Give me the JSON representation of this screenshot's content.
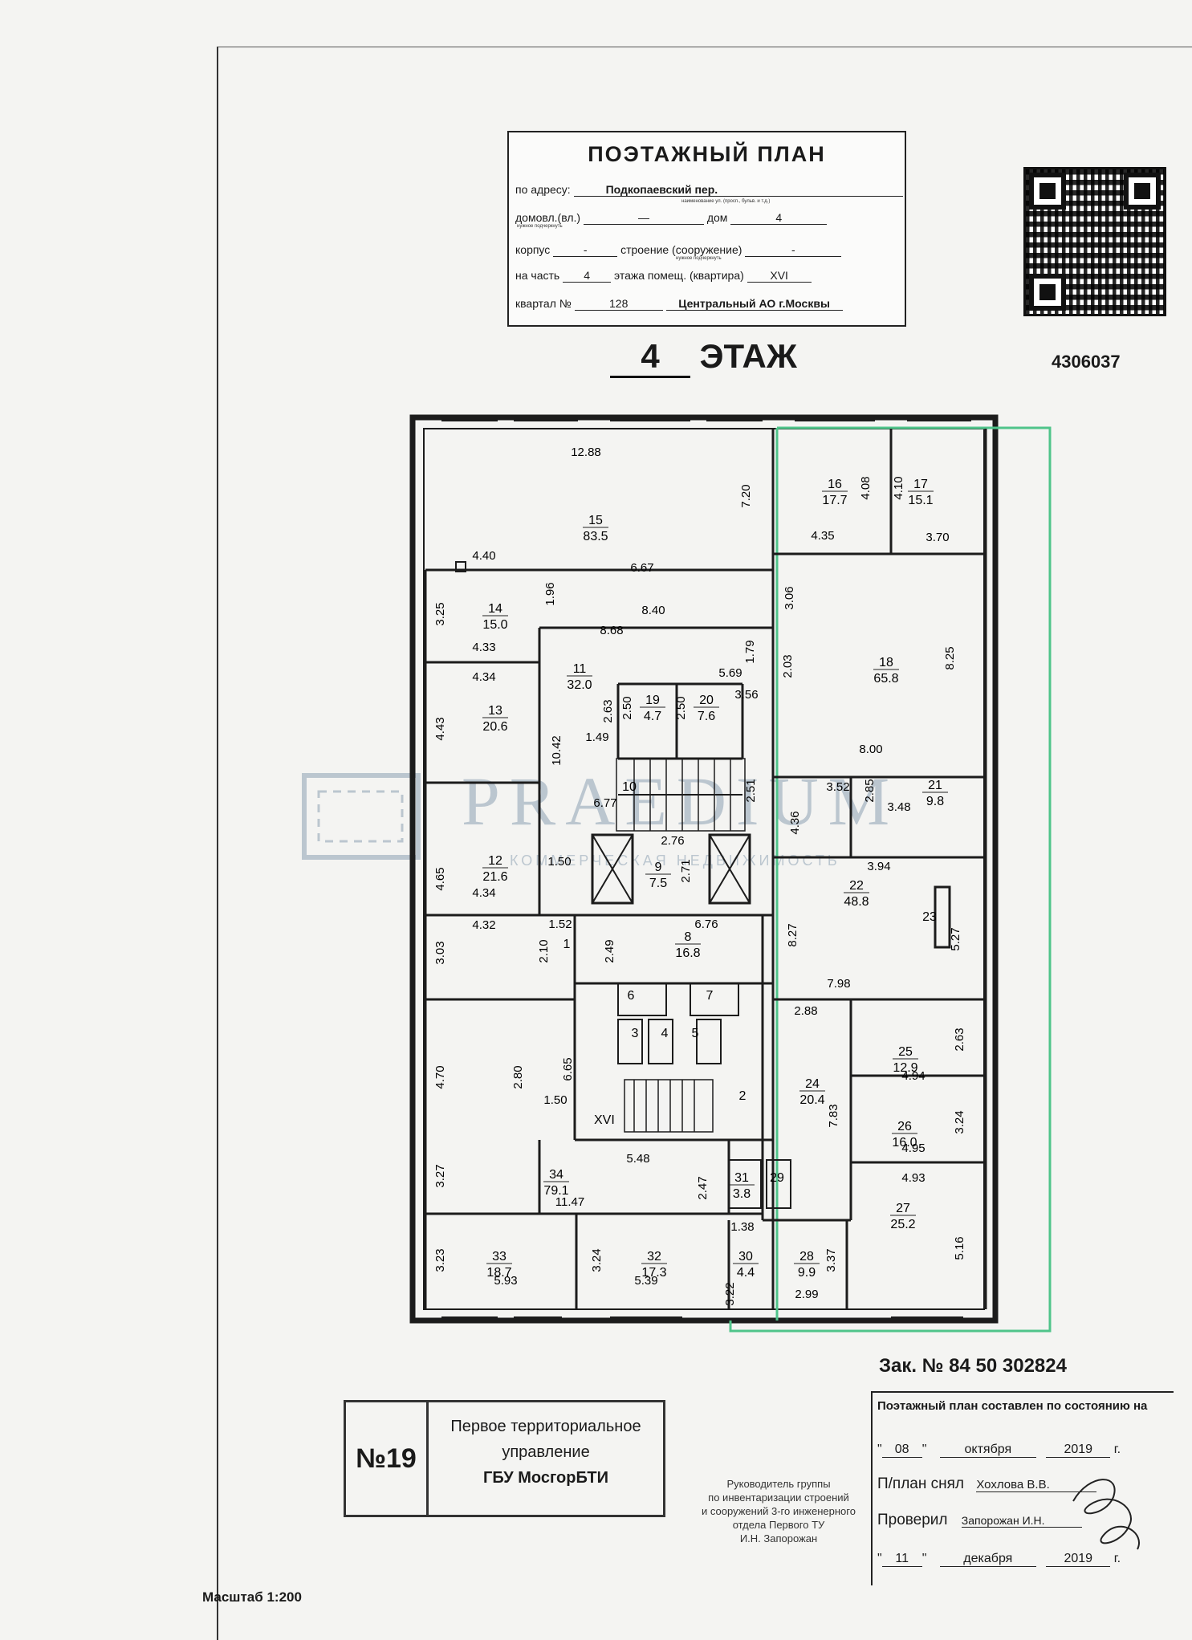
{
  "header": {
    "title": "ПОЭТАЖНЫЙ ПЛАН",
    "address_label": "по адресу:",
    "address_value": "Подкопаевский пер.",
    "address_hint": "наименование ул. (просп., бульв. и т.д.)",
    "domovl_label": "домовл.(вл.)",
    "domovl_value": "—",
    "hint_underline": "нужное подчеркнуть",
    "dom_label": "дом",
    "dom_value": "4",
    "korpus_label": "корпус",
    "korpus_value": "-",
    "stroenie_label": "строение (сооружение)",
    "stroenie_value": "-",
    "chast_label": "на часть",
    "chast_value": "4",
    "etazh_label": "этажа помещ. (квартира)",
    "etazh_value": "XVI",
    "kvartal_label": "квартал №",
    "kvartal_value": "128",
    "district": "Центральный АО г.Москвы"
  },
  "floor": {
    "number": "4",
    "label": "ЭТАЖ"
  },
  "doc_code": "4306037",
  "order": "Зак. № 84 50 302824",
  "stamp": {
    "num": "№19",
    "line1": "Первое территориальное",
    "line2": "управление",
    "line3": "ГБУ МосгорБТИ"
  },
  "signature_block": {
    "l1": "Руководитель группы",
    "l2": "по инвентаризации строений",
    "l3": "и сооружений 3-го инженерного",
    "l4": "отдела Первого ТУ",
    "l5": "И.Н. Запорожан"
  },
  "status": {
    "heading": "Поэтажный план составлен по состоянию на",
    "day1": "08",
    "month1": "октября",
    "year1": "2019",
    "g": "г.",
    "snyal_label": "П/план снял",
    "snyal_name": "Хохлова В.В.",
    "proveril_label": "Проверил",
    "proveril_name": "Запорожан И.Н.",
    "day2": "11",
    "month2": "декабря",
    "year2": "2019"
  },
  "scale": "Масштаб 1:200",
  "watermark": {
    "word": "PRAEDIUM",
    "sub": "КОММЕРЧЕСКАЯ НЕДВИЖИМОСТЬ"
  },
  "rooms": [
    {
      "n": "15",
      "a": "83.5"
    },
    {
      "n": "16",
      "a": "17.7"
    },
    {
      "n": "17",
      "a": "15.1"
    },
    {
      "n": "14",
      "a": "15.0"
    },
    {
      "n": "11",
      "a": "32.0"
    },
    {
      "n": "19",
      "a": "4.7"
    },
    {
      "n": "20",
      "a": "7.6"
    },
    {
      "n": "18",
      "a": "65.8"
    },
    {
      "n": "13",
      "a": "20.6"
    },
    {
      "n": "10",
      "a": ""
    },
    {
      "n": "21",
      "a": "9.8"
    },
    {
      "n": "12",
      "a": "21.6"
    },
    {
      "n": "9",
      "a": "7.5"
    },
    {
      "n": "22",
      "a": "48.8"
    },
    {
      "n": "8",
      "a": "16.8"
    },
    {
      "n": "23",
      "a": ""
    },
    {
      "n": "25",
      "a": "12.9"
    },
    {
      "n": "24",
      "a": "20.4"
    },
    {
      "n": "26",
      "a": "16.0"
    },
    {
      "n": "34",
      "a": "79.1"
    },
    {
      "n": "31",
      "a": "3.8"
    },
    {
      "n": "29",
      "a": ""
    },
    {
      "n": "27",
      "a": "25.2"
    },
    {
      "n": "33",
      "a": "18.7"
    },
    {
      "n": "32",
      "a": "17.3"
    },
    {
      "n": "30",
      "a": "4.4"
    },
    {
      "n": "28",
      "a": "9.9"
    },
    {
      "n": "1",
      "a": ""
    },
    {
      "n": "2",
      "a": ""
    },
    {
      "n": "3",
      "a": ""
    },
    {
      "n": "4",
      "a": ""
    },
    {
      "n": "5",
      "a": ""
    },
    {
      "n": "6",
      "a": ""
    },
    {
      "n": "7",
      "a": ""
    }
  ],
  "section_label": "XVI",
  "dims": [
    "12.88",
    "7.20",
    "4.08",
    "4.10",
    "4.35",
    "3.70",
    "6.67",
    "4.40",
    "8.40",
    "1.96",
    "3.25",
    "4.33",
    "8.68",
    "1.79",
    "3.06",
    "2.03",
    "8.25",
    "5.69",
    "2.63",
    "2.50",
    "2.50",
    "3.56",
    "4.34",
    "4.43",
    "10.42",
    "1.49",
    "8.00",
    "6.77",
    "2.51",
    "3.52",
    "2.85",
    "3.48",
    "4.36",
    "4.65",
    "1.50",
    "2.76",
    "2.71",
    "3.94",
    "4.34",
    "8.27",
    "5.27",
    "4.32",
    "1.52",
    "6.76",
    "2.49",
    "2.10",
    "3.03",
    "7.98",
    "2.88",
    "2.63",
    "4.94",
    "6.65",
    "4.70",
    "2.80",
    "1.50",
    "7.83",
    "3.24",
    "4.95",
    "3.27",
    "5.48",
    "2.47",
    "4.93",
    "11.47",
    "1.38",
    "5.16",
    "3.23",
    "5.93",
    "3.24",
    "5.39",
    "3.22",
    "3.37",
    "2.99"
  ]
}
